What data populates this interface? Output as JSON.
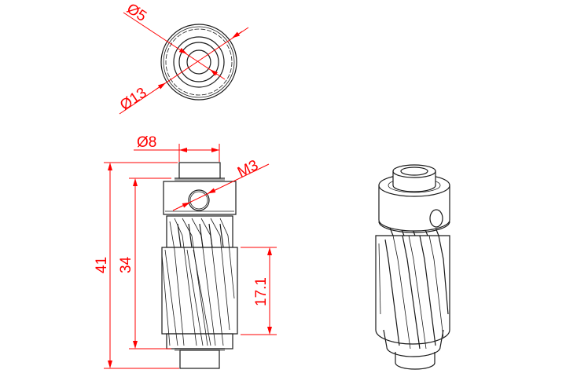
{
  "drawing": {
    "title": "Helical pinion gear technical drawing",
    "dimension_color": "#ff0000",
    "line_color": "#1a1a1a",
    "background": "#ffffff"
  },
  "views": {
    "top": {
      "name": "top-view"
    },
    "front": {
      "name": "front-view"
    },
    "iso": {
      "name": "isometric-view"
    }
  },
  "dimensions": {
    "bore_diameter": "Ø5",
    "outer_diameter": "Ø13",
    "hub_diameter": "Ø8",
    "set_screw": "M3",
    "overall_length": "41",
    "body_length": "34",
    "gear_face_width": "17.1"
  }
}
